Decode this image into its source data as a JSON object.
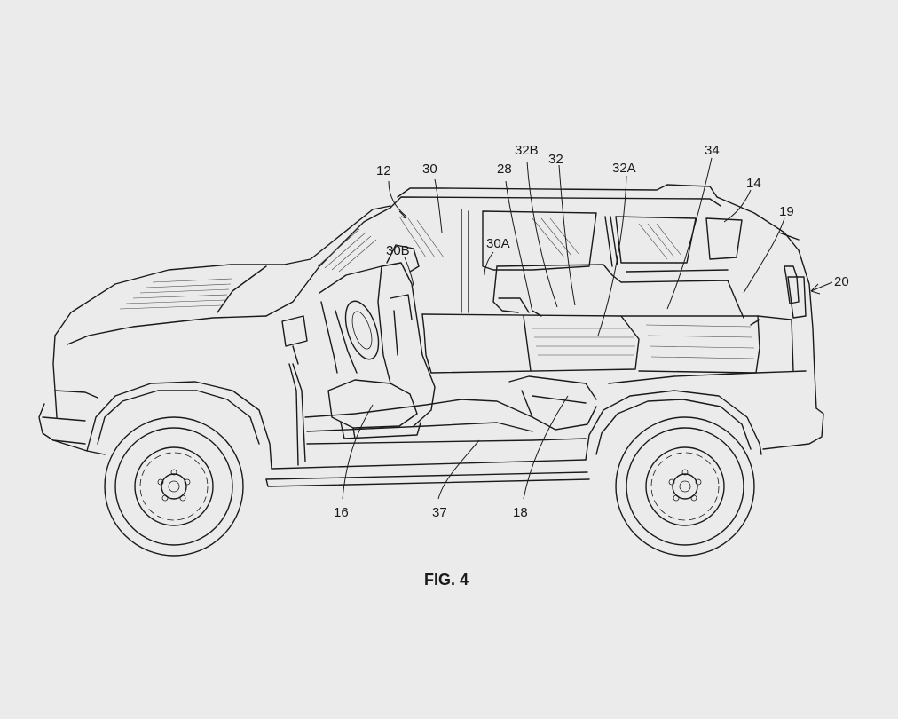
{
  "figure": {
    "caption": "FIG. 4"
  },
  "labels": {
    "ref_12": "12",
    "ref_30": "30",
    "ref_28": "28",
    "ref_32B": "32B",
    "ref_32": "32",
    "ref_32A": "32A",
    "ref_34": "34",
    "ref_14": "14",
    "ref_19": "19",
    "ref_20": "20",
    "ref_30B": "30B",
    "ref_30A": "30A",
    "ref_16": "16",
    "ref_37": "37",
    "ref_18": "18"
  },
  "colors": {
    "background": "#ebebeb",
    "line": "#1a1a1a"
  }
}
